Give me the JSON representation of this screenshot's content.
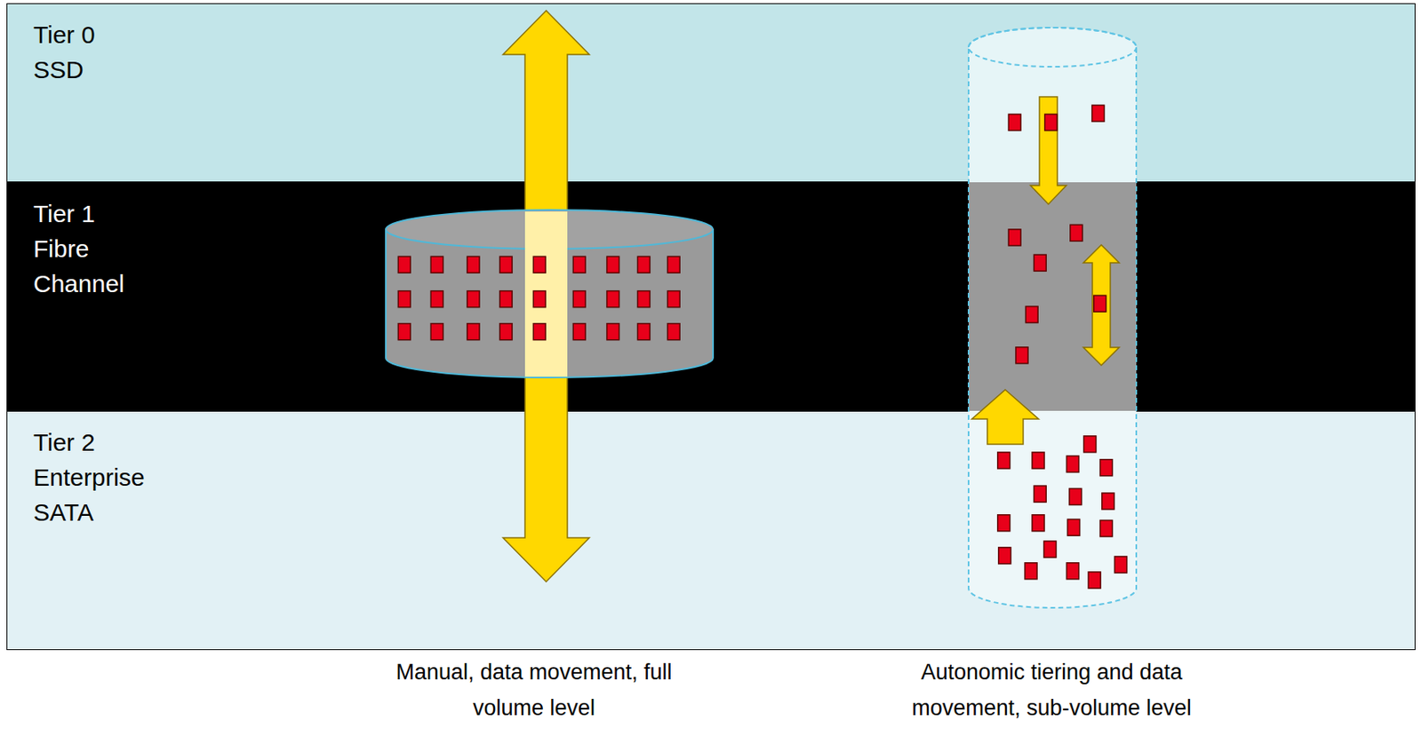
{
  "diagram": {
    "nodes": [
      {
        "text": [
          "Tier 0",
          "SSD"
        ]
      },
      {
        "text": [
          "Tier 1",
          "Fibre Channel"
        ]
      },
      {
        "text": [
          "Tier 2",
          "Enterprise SATA"
        ]
      }
    ],
    "labels": [
      "Manual, data movement, full volume level",
      "Autonomic tiering and data movement, sub-volume level"
    ]
  }
}
